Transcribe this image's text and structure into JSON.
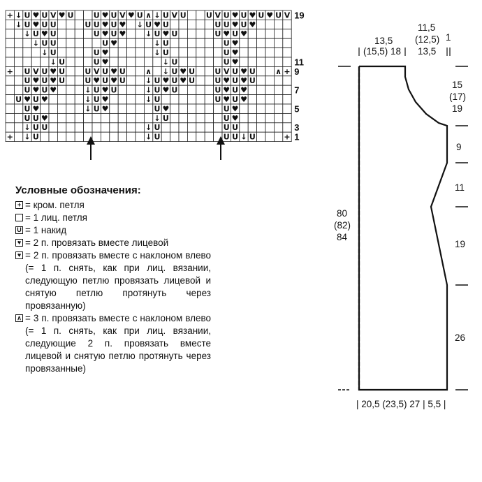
{
  "chart": {
    "row_numbers": [
      "19",
      "11",
      "9",
      "7",
      "5",
      "3",
      "1"
    ],
    "edge_symbol": "+",
    "rows": [
      "+↓U♥UV♥U  U♥UV♥U∧↓UVU  UVU♥U♥U♥UV+",
      " ↓U♥UU   UU♥U♥ ↓U♥U     UU♥U♥    ",
      "  ↓U♥U    U♥U♥  ↓U♥U    U♥U♥     ",
      "   ↓UU     U♥    ↓U      U♥      ",
      "    ↓U    U♥     ↓U      U♥      ",
      "     ↓U   U♥      ↓U     U♥      ",
      "+ UVU♥U  UVU♥U  ∧ ↓U♥U  UVU♥U  ∧+",
      "  U♥U♥U  U♥U♥U  ↓U♥U♥U  U♥U♥U    ",
      "  U♥U♥   ↓U♥U   ↓U♥U    U♥U♥     ",
      " U♥U♥    ↓U♥    ↓U      U♥U♥     ",
      "  U♥     ↓U♥     U♥      U♥      ",
      "  UU♥            ↓U      U♥      ",
      "  ↓UU           ↓U       UU     ",
      "+ ↓U            ↓U       UU↓U   +"
    ]
  },
  "arrows": [
    "↑",
    "↑"
  ],
  "legend": {
    "title": "Условные обозначения:",
    "items": [
      {
        "icon": "+",
        "text": "= кром. петля"
      },
      {
        "icon": "",
        "text": "= 1 лиц. петля"
      },
      {
        "icon": "U",
        "text": "= 1 накид"
      },
      {
        "icon": "♥",
        "text": "= 2 п. провязать вместе лицевой"
      },
      {
        "icon": "♥",
        "text": "= 2 п. провязать вместе с наклоном влево (= 1 п. снять, как при лиц. вязании, следующую петлю провязать лицевой и снятую петлю протянуть через провязанную)"
      },
      {
        "icon": "∧",
        "text": "= 3 п. провязать вместе с наклоном влево (= 1 п. снять, как при лиц. вязании, следующие 2 п. провязать вместе лицевой и снятую петлю протянуть через провязанные)"
      }
    ]
  },
  "schematic": {
    "top_left_1": "13,5",
    "top_left_2": "(15,5) 18",
    "top_mid_1": "11,5",
    "top_mid_2": "(12,5)",
    "top_mid_3": "13,5",
    "top_right": "1",
    "right_1a": "15",
    "right_1b": "(17)",
    "right_1c": "19",
    "right_2": "9",
    "right_3": "11",
    "right_4": "19",
    "right_5": "26",
    "left_1": "80",
    "left_2": "(82)",
    "left_3": "84",
    "bottom": "| 20,5 (23,5) 27 | 5,5 |"
  }
}
